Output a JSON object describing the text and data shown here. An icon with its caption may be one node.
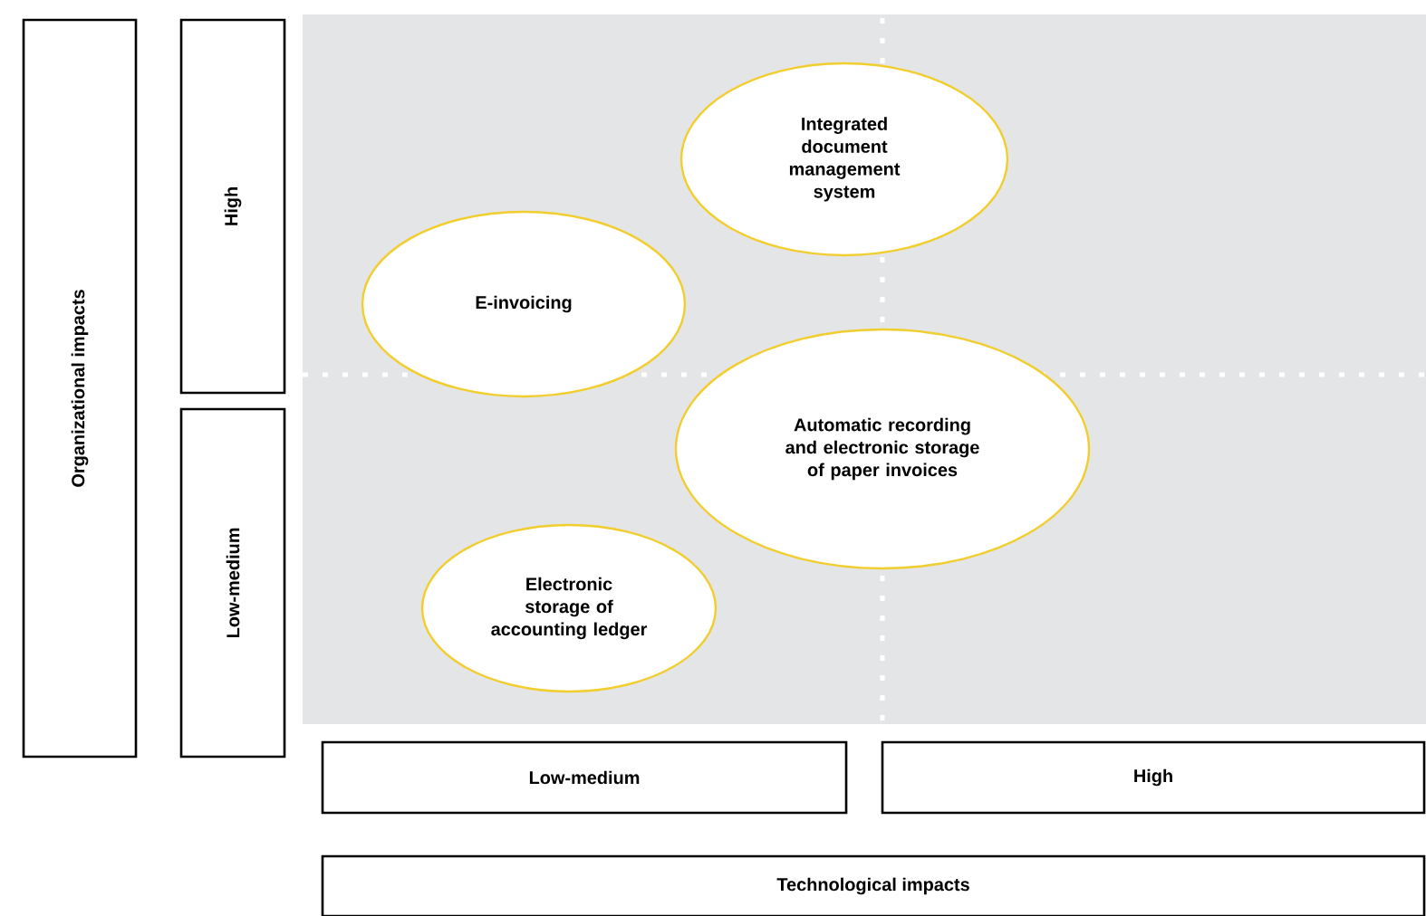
{
  "diagram": {
    "nodes": [
      {
        "text": [
          "Organizational impacts"
        ]
      },
      {
        "text": [
          "High"
        ]
      },
      {
        "text": [
          "Low-medium"
        ]
      },
      {
        "text": [
          "Integrated document management system"
        ]
      },
      {
        "text": [
          "E-invoicing"
        ]
      },
      {
        "text": [
          "Automatic recording and electronic storage of paper invoices"
        ]
      },
      {
        "text": [
          "Electronic storage of accounting ledger"
        ]
      },
      {
        "text": [
          "Low-medium"
        ]
      },
      {
        "text": [
          "High"
        ]
      },
      {
        "text": [
          "Technological impacts"
        ]
      }
    ]
  }
}
